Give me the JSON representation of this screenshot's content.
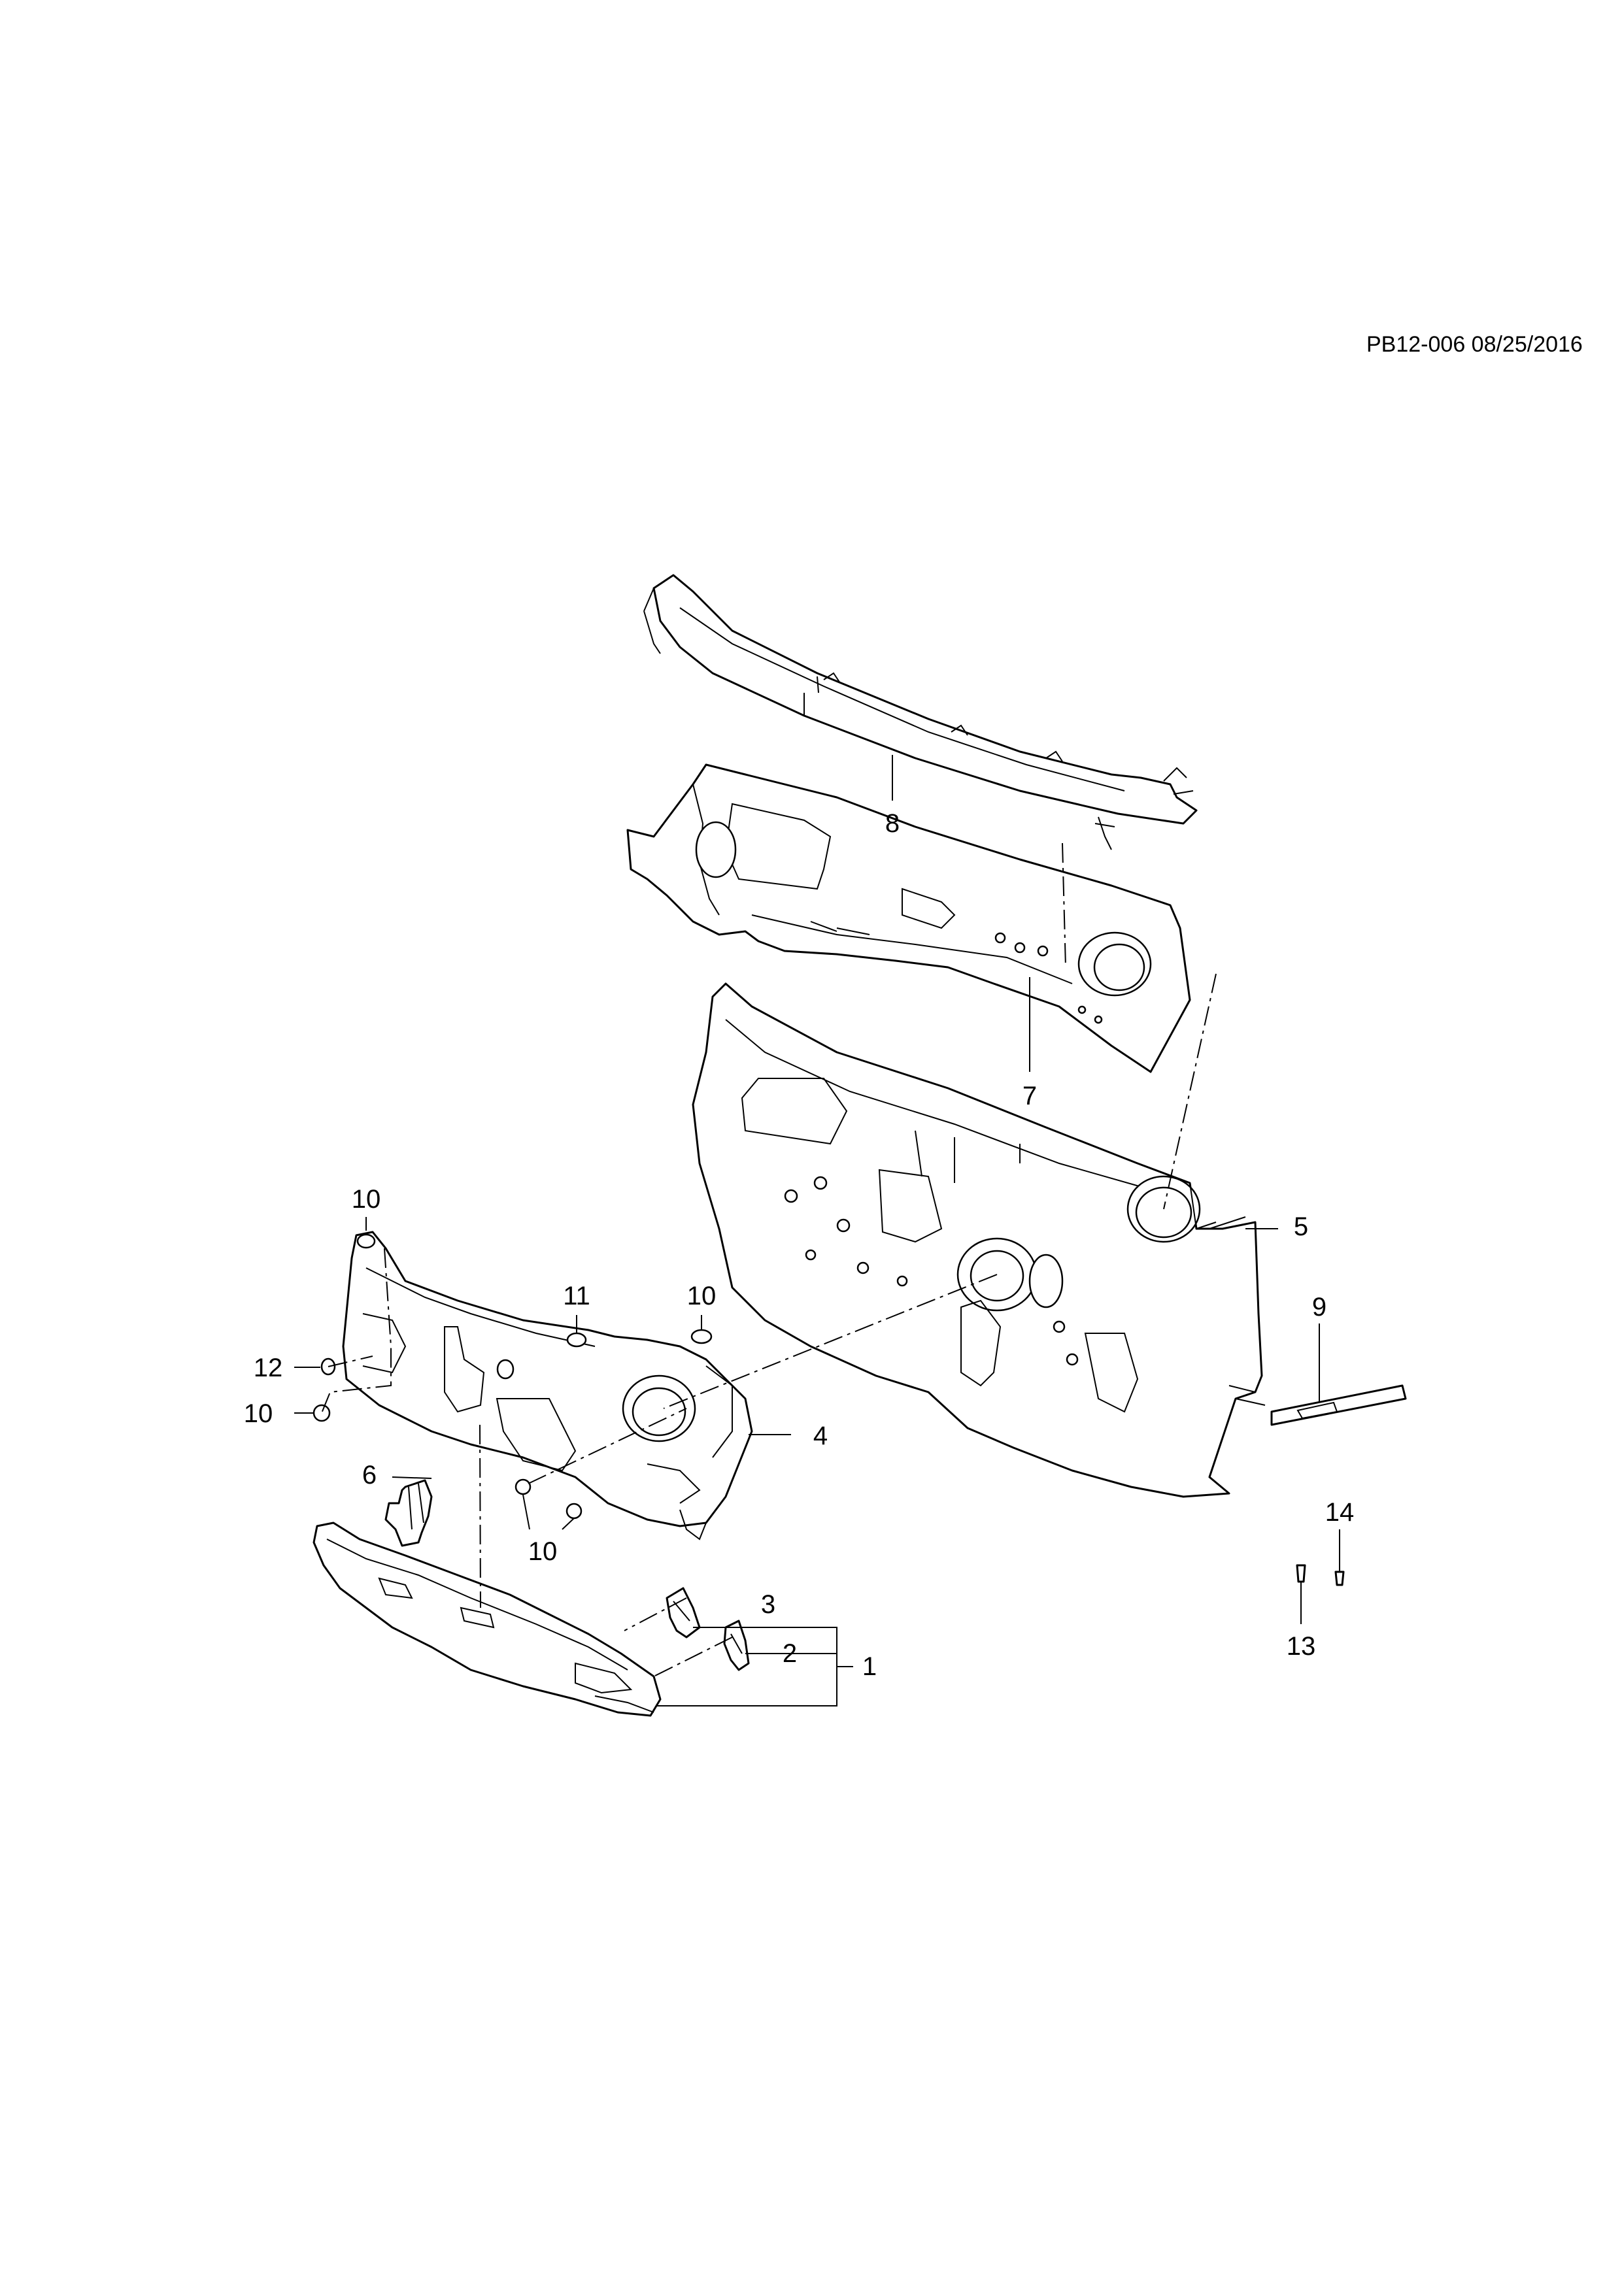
{
  "document_ref": "PB12-006 08/25/2016",
  "callouts": [
    {
      "id": "c1",
      "label": "1"
    },
    {
      "id": "c2",
      "label": "2"
    },
    {
      "id": "c3",
      "label": "3"
    },
    {
      "id": "c4",
      "label": "4"
    },
    {
      "id": "c5",
      "label": "5"
    },
    {
      "id": "c6",
      "label": "6"
    },
    {
      "id": "c7",
      "label": "7"
    },
    {
      "id": "c8",
      "label": "8"
    },
    {
      "id": "c9",
      "label": "9"
    },
    {
      "id": "c10a",
      "label": "10"
    },
    {
      "id": "c10b",
      "label": "10"
    },
    {
      "id": "c10c",
      "label": "10"
    },
    {
      "id": "c10d",
      "label": "10"
    },
    {
      "id": "c11",
      "label": "11"
    },
    {
      "id": "c12",
      "label": "12"
    },
    {
      "id": "c13",
      "label": "13"
    },
    {
      "id": "c14",
      "label": "14"
    }
  ]
}
